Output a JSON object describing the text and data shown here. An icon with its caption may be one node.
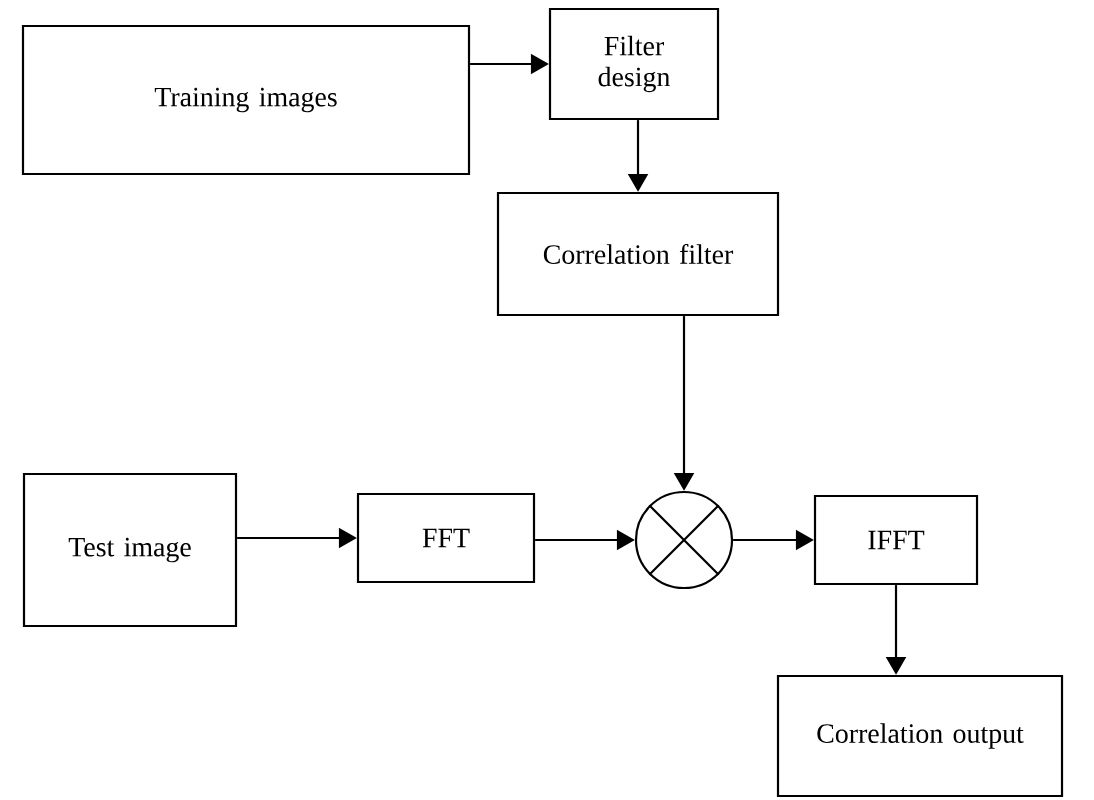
{
  "diagram": {
    "nodes": [
      {
        "text": [
          "Training images"
        ]
      },
      {
        "text": [
          "Filter design"
        ]
      },
      {
        "text": [
          "Correlation filter"
        ]
      },
      {
        "text": [
          "Test image"
        ]
      },
      {
        "text": [
          "FFT"
        ]
      },
      {
        "text": [],
        "shape": "circle"
      },
      {
        "text": [
          "IFFT"
        ]
      },
      {
        "text": [
          "Correlation output"
        ]
      }
    ],
    "edges": [
      {
        "from": 0,
        "to": 1,
        "arrow": "to"
      },
      {
        "from": 1,
        "to": 2,
        "arrow": "to"
      },
      {
        "from": 2,
        "to": 5,
        "arrow": "to"
      },
      {
        "from": 3,
        "to": 4,
        "arrow": "to"
      },
      {
        "from": 4,
        "to": 5,
        "arrow": "to"
      },
      {
        "from": 5,
        "to": 6,
        "arrow": "to"
      },
      {
        "from": 6,
        "to": 7,
        "arrow": "to"
      }
    ]
  }
}
